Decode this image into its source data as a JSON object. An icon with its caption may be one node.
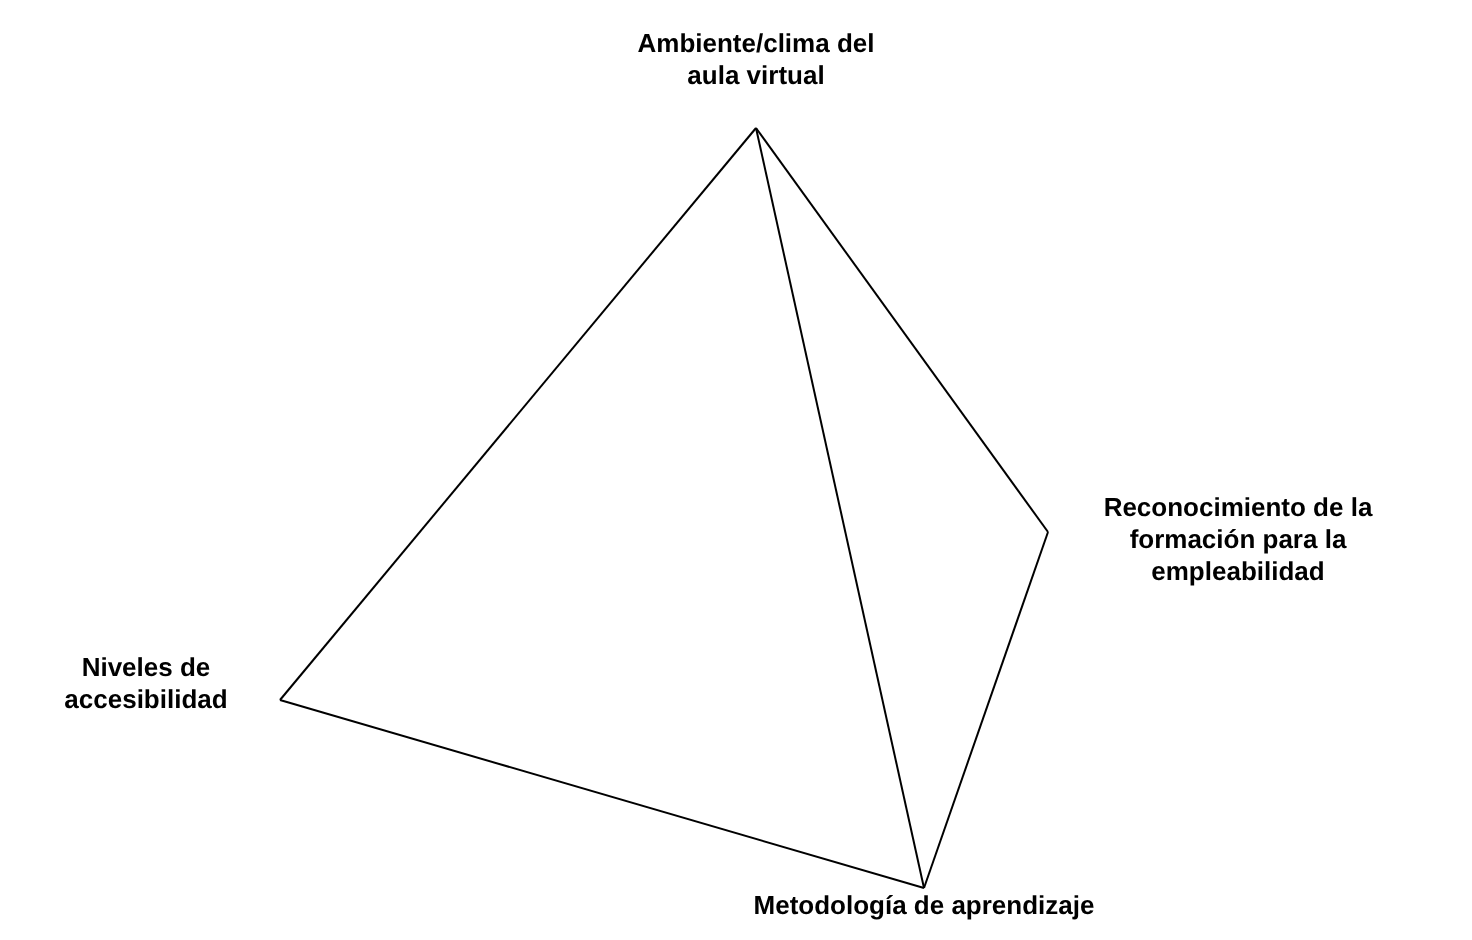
{
  "diagram": {
    "nodes": [
      {
        "text": [
          "Ambiente/clima del aula virtual"
        ]
      },
      {
        "text": [
          "Reconocimiento de la formación para la empleabilidad"
        ]
      },
      {
        "text": [
          "Niveles de accesibilidad"
        ]
      },
      {
        "text": [
          "Metodología de aprendizaje"
        ]
      }
    ],
    "edges": [
      {
        "from": 0,
        "to": 2,
        "arrow": "none"
      },
      {
        "from": 0,
        "to": 3,
        "arrow": "none"
      },
      {
        "from": 0,
        "to": 1,
        "arrow": "none"
      },
      {
        "from": 2,
        "to": 3,
        "arrow": "none"
      },
      {
        "from": 1,
        "to": 3,
        "arrow": "none"
      }
    ]
  }
}
